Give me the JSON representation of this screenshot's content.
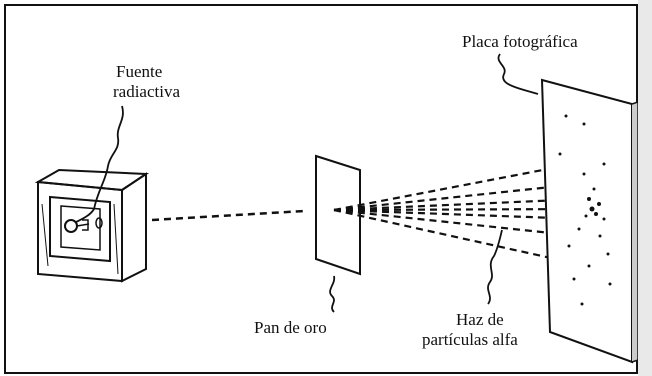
{
  "labels": {
    "source_line1": "Fuente",
    "source_line2": "radiactiva",
    "photo_plate": "Placa fotográfica",
    "gold_foil": "Pan de oro",
    "beam_line1": "Haz de",
    "beam_line2": "partículas alfa"
  },
  "colors": {
    "ink": "#111111",
    "background": "#ffffff"
  }
}
